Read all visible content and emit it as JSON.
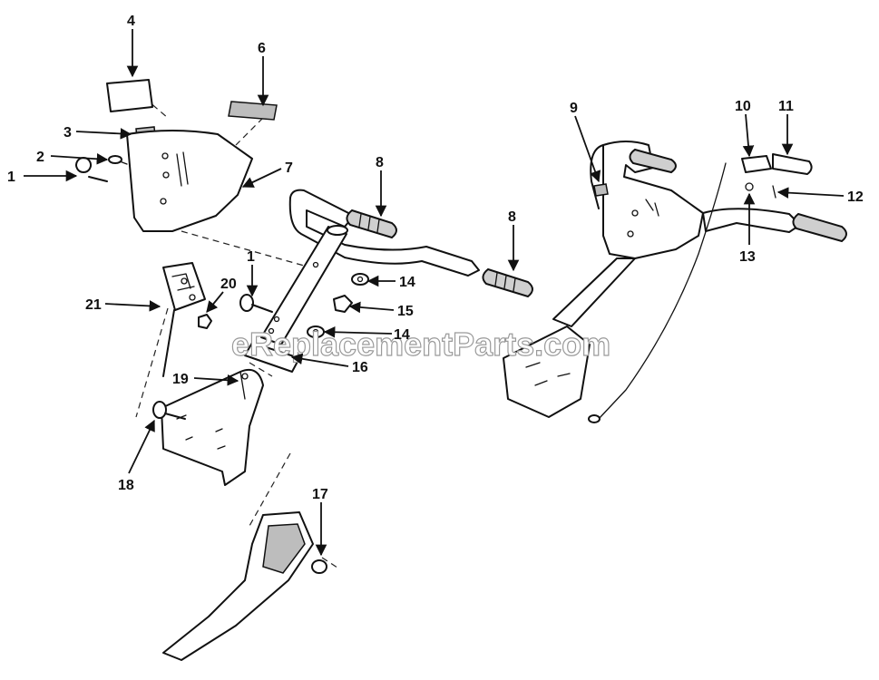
{
  "watermark": "eReplacementParts.com",
  "callouts": [
    {
      "id": "c1a",
      "label": "1"
    },
    {
      "id": "c2",
      "label": "2"
    },
    {
      "id": "c3",
      "label": "3"
    },
    {
      "id": "c4",
      "label": "4"
    },
    {
      "id": "c6",
      "label": "6"
    },
    {
      "id": "c7",
      "label": "7"
    },
    {
      "id": "c8a",
      "label": "8"
    },
    {
      "id": "c8b",
      "label": "8"
    },
    {
      "id": "c1b",
      "label": "1"
    },
    {
      "id": "c14a",
      "label": "14"
    },
    {
      "id": "c15",
      "label": "15"
    },
    {
      "id": "c14b",
      "label": "14"
    },
    {
      "id": "c16",
      "label": "16"
    },
    {
      "id": "c20",
      "label": "20"
    },
    {
      "id": "c21",
      "label": "21"
    },
    {
      "id": "c19",
      "label": "19"
    },
    {
      "id": "c18",
      "label": "18"
    },
    {
      "id": "c17",
      "label": "17"
    },
    {
      "id": "c9",
      "label": "9"
    },
    {
      "id": "c10",
      "label": "10"
    },
    {
      "id": "c11",
      "label": "11"
    },
    {
      "id": "c12",
      "label": "12"
    },
    {
      "id": "c13",
      "label": "13"
    }
  ]
}
